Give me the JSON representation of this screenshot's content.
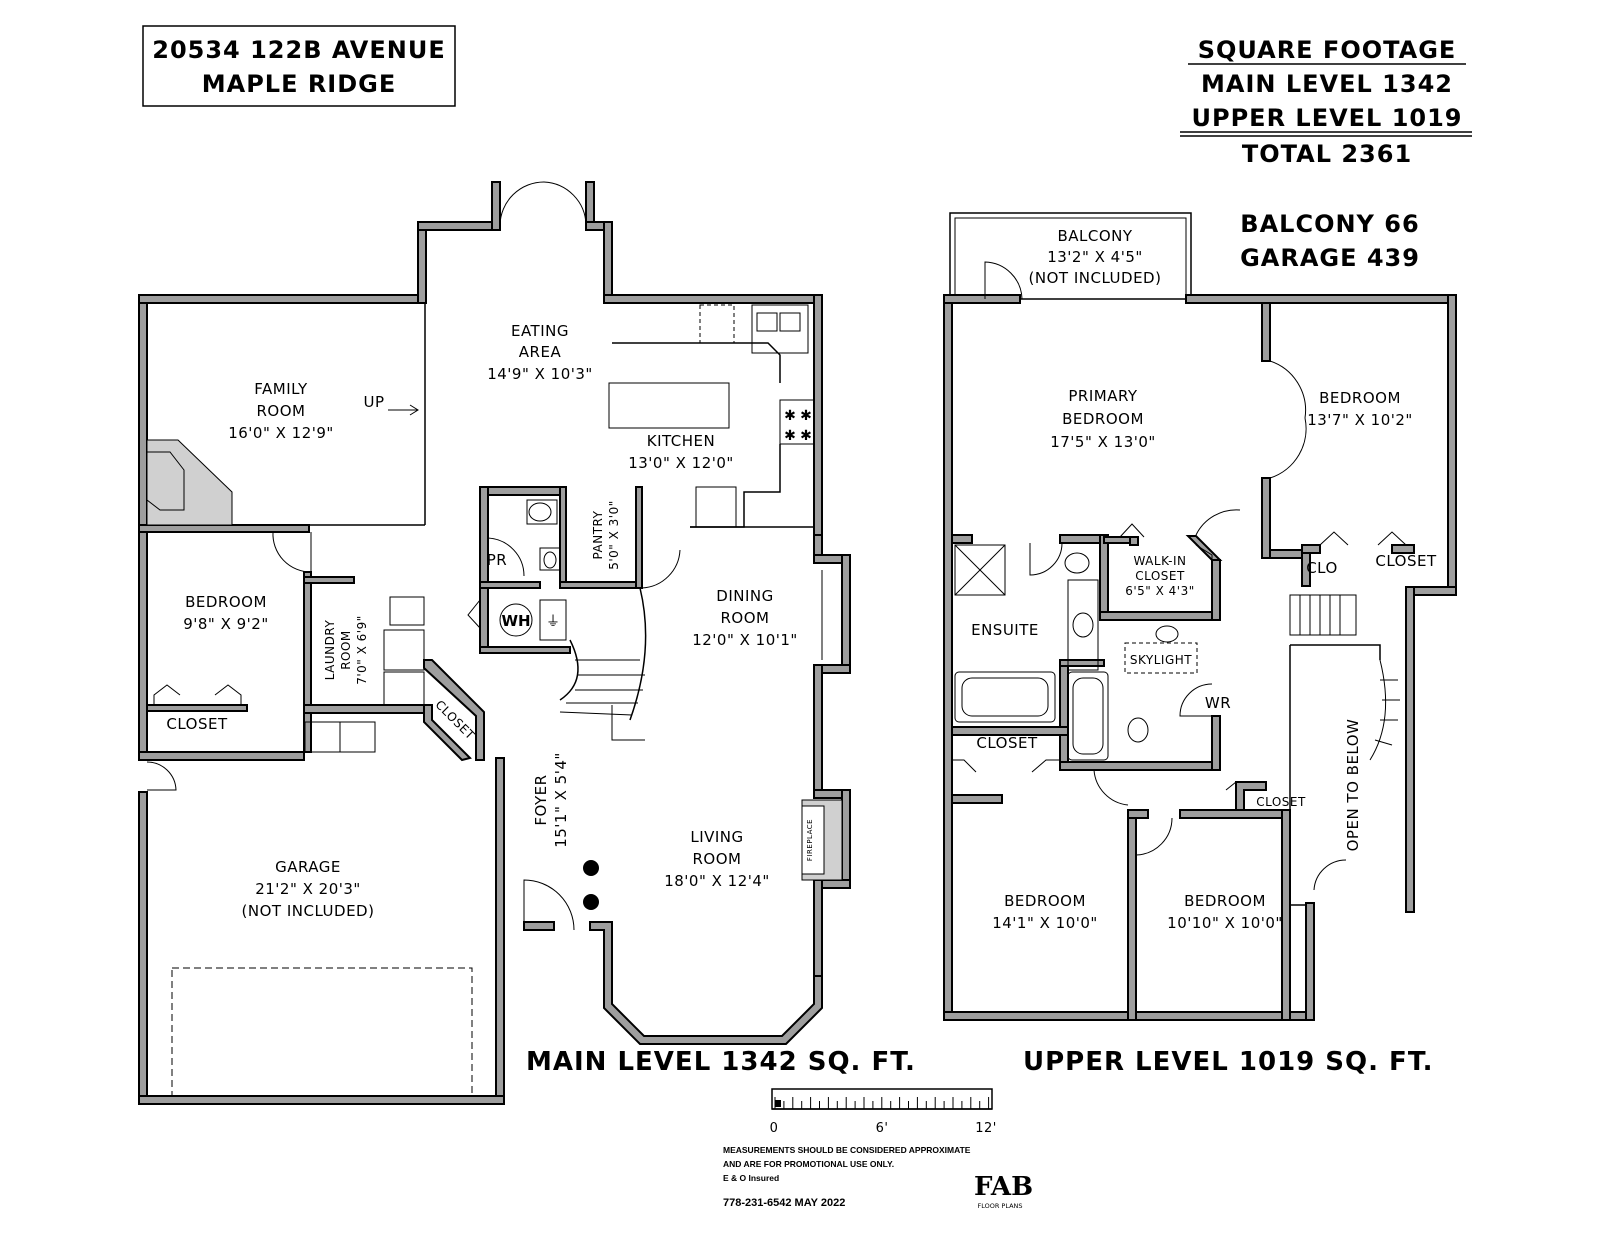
{
  "address": {
    "line1": "20534 122B AVENUE",
    "line2": "MAPLE RIDGE"
  },
  "square_footage": {
    "title": "SQUARE FOOTAGE",
    "main": "MAIN LEVEL 1342",
    "upper": "UPPER LEVEL 1019",
    "total": "TOTAL 2361",
    "balcony": "BALCONY 66",
    "garage": "GARAGE 439"
  },
  "main_level": {
    "caption": "MAIN LEVEL 1342 SQ. FT.",
    "rooms": {
      "eating_name1": "EATING",
      "eating_name2": "AREA",
      "eating_dim": "14'9\" X 10'3\"",
      "family_name1": "FAMILY",
      "family_name2": "ROOM",
      "family_dim": "16'0\" X 12'9\"",
      "up": "UP",
      "kitchen_name": "KITCHEN",
      "kitchen_dim": "13'0\" X 12'0\"",
      "pr": "PR",
      "pantry_name": "PANTRY",
      "pantry_dim": "5'0\" X 3'0\"",
      "bedroom_name": "BEDROOM",
      "bedroom_dim": "9'8\" X 9'2\"",
      "laundry_name1": "LAUNDRY",
      "laundry_name2": "ROOM",
      "laundry_dim": "7'0\" X 6'9\"",
      "closet_bed": "CLOSET",
      "closet_diag": "CLOSET",
      "dining_name1": "DINING",
      "dining_name2": "ROOM",
      "dining_dim": "12'0\" X 10'1\"",
      "foyer_name": "FOYER",
      "foyer_dim": "15'1\" X 5'4\"",
      "living_name1": "LIVING",
      "living_name2": "ROOM",
      "living_dim": "18'0\" X 12'4\"",
      "fireplace": "FIREPLACE",
      "garage_name": "GARAGE",
      "garage_dim": "21'2\" X 20'3\"",
      "garage_note": "(NOT INCLUDED)"
    }
  },
  "upper_level": {
    "caption": "UPPER LEVEL 1019 SQ. FT.",
    "rooms": {
      "balcony_name": "BALCONY",
      "balcony_dim": "13'2\" X 4'5\"",
      "balcony_note": "(NOT INCLUDED)",
      "primary_name1": "PRIMARY",
      "primary_name2": "BEDROOM",
      "primary_dim": "17'5\" X 13'0\"",
      "bed_ne_name": "BEDROOM",
      "bed_ne_dim": "13'7\" X 10'2\"",
      "walkin_name1": "WALK-IN",
      "walkin_name2": "CLOSET",
      "walkin_dim": "6'5\" X 4'3\"",
      "ensuite": "ENSUITE",
      "skylight": "SKYLIGHT",
      "wr": "WR",
      "clo": "CLO",
      "closet_ne": "CLOSET",
      "closet_w": "CLOSET",
      "closet_s": "CLOSET",
      "open_below": "OPEN TO BELOW",
      "bed_sw_name": "BEDROOM",
      "bed_sw_dim": "14'1\" X 10'0\"",
      "bed_se_name": "BEDROOM",
      "bed_se_dim": "10'10\" X 10'0\""
    }
  },
  "scale": {
    "t0": "0",
    "t6": "6'",
    "t12": "12'"
  },
  "footer": {
    "line1": "MEASUREMENTS SHOULD BE CONSIDERED APPROXIMATE",
    "line2": "AND ARE FOR PROMOTIONAL USE ONLY.",
    "line3": "E & O Insured",
    "contact": "778-231-6542     MAY 2022",
    "logo": "FAB",
    "logo_sub": "FLOOR PLANS"
  }
}
